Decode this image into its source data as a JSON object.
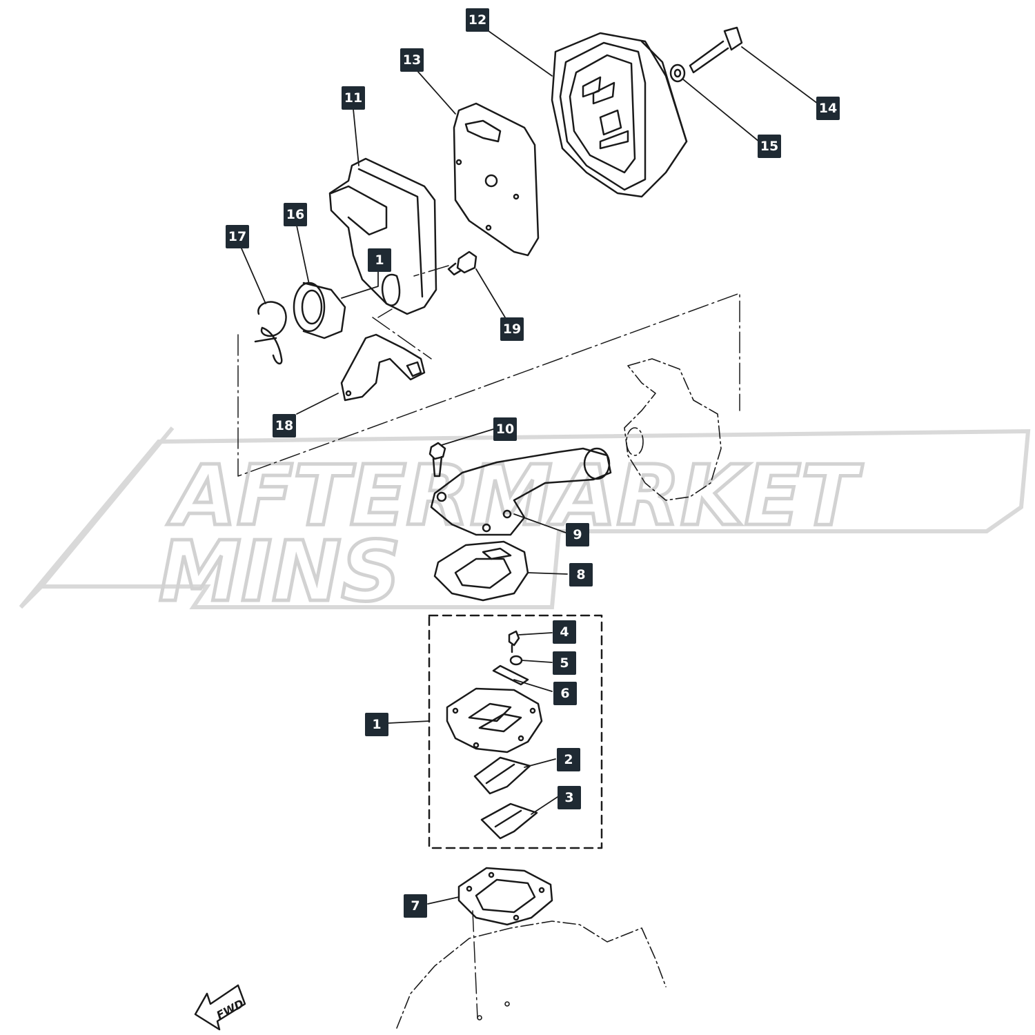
{
  "watermark": {
    "line1": "AFTERMARKET",
    "line2": "MINS"
  },
  "fwd_label": "FWD",
  "colors": {
    "line": "#1a1a1a",
    "callout_bg": "#1f2a33",
    "callout_text": "#ffffff",
    "watermark": "#d9d9d9"
  },
  "callouts": [
    {
      "label": "12"
    },
    {
      "label": "13"
    },
    {
      "label": "11"
    },
    {
      "label": "14"
    },
    {
      "label": "15"
    },
    {
      "label": "16"
    },
    {
      "label": "17"
    },
    {
      "label": "1"
    },
    {
      "label": "19"
    },
    {
      "label": "18"
    },
    {
      "label": "10"
    },
    {
      "label": "9"
    },
    {
      "label": "8"
    },
    {
      "label": "4"
    },
    {
      "label": "5"
    },
    {
      "label": "6"
    },
    {
      "label": "1"
    },
    {
      "label": "2"
    },
    {
      "label": "3"
    },
    {
      "label": "7"
    }
  ]
}
